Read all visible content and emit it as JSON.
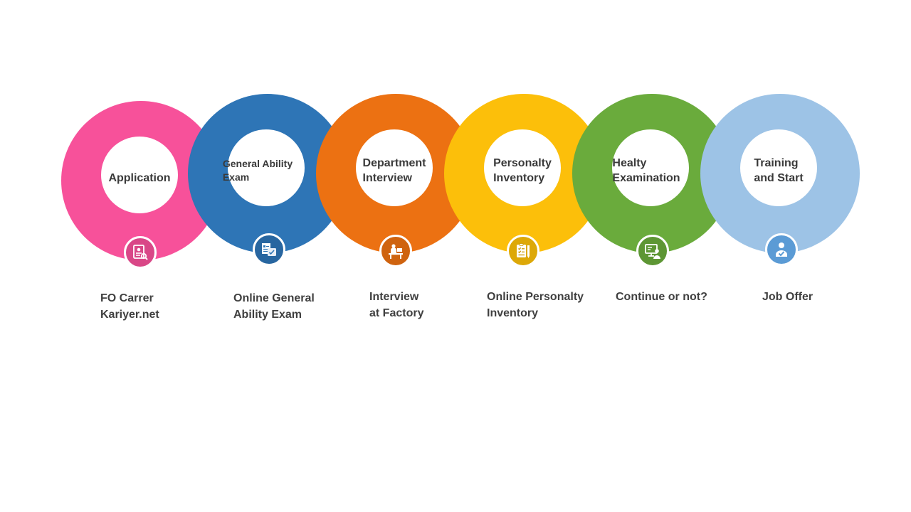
{
  "steps": [
    {
      "title": "Application",
      "caption": "FO Carrer\nKariyer.net",
      "color": "#f7519a",
      "icon": "resume-search-icon"
    },
    {
      "title": "General Ability\nExam",
      "caption": "Online General\nAbility Exam",
      "color": "#2e75b6",
      "icon": "exam-papers-icon"
    },
    {
      "title": "Department\nInterview",
      "caption": "Interview\nat Factory",
      "color": "#ec7112",
      "icon": "desk-interview-icon"
    },
    {
      "title": "Personalty\nInventory",
      "caption": "Online Personalty\nInventory",
      "color": "#fcbf0a",
      "icon": "checklist-clipboard-icon"
    },
    {
      "title": "Healty\nExamination",
      "caption": "Continue or not?",
      "color": "#6aab3c",
      "icon": "monitor-doctor-icon"
    },
    {
      "title": "Training\nand Start",
      "caption": "Job Offer",
      "color": "#9dc3e6",
      "icon": "person-check-icon"
    }
  ]
}
